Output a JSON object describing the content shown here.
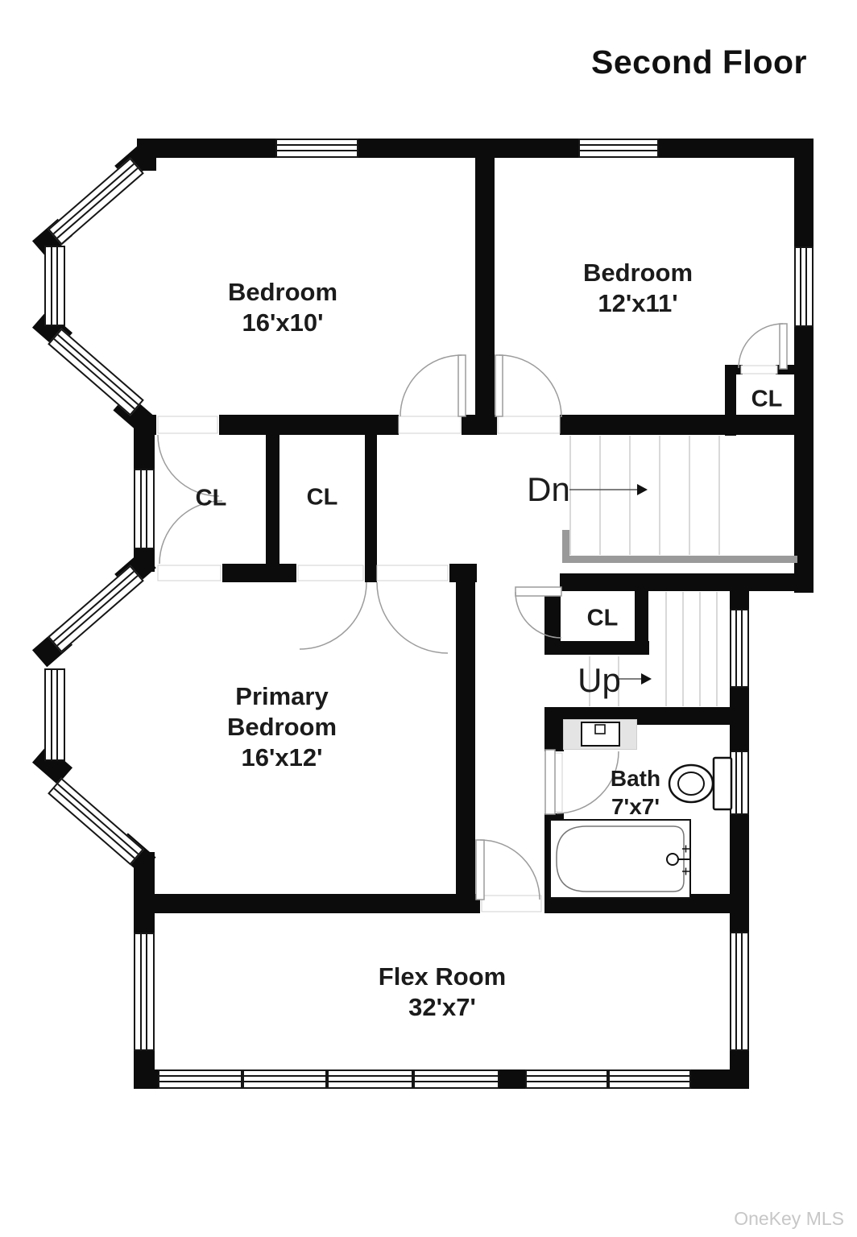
{
  "title": "Second Floor",
  "watermark": "OneKey MLS",
  "rooms": {
    "bedroom1": {
      "name": "Bedroom",
      "dims": "16'x10'"
    },
    "bedroom2": {
      "name": "Bedroom",
      "dims": "12'x11'"
    },
    "primary": {
      "name": "Primary Bedroom",
      "dims": "16'x12'"
    },
    "bath": {
      "name": "Bath",
      "dims": "7'x7'"
    },
    "flex": {
      "name": "Flex Room",
      "dims": "32'x7'"
    }
  },
  "closet_label": "CL",
  "stairs": {
    "down": "Dn",
    "up": "Up"
  },
  "colors": {
    "wall": "#0c0c0c",
    "door_arc": "#9c9c9c",
    "stair_tread": "#c9c9c9",
    "landing_edge": "#9a9a9a",
    "fixture_outline": "#111111",
    "vanity_counter": "#e4e4e4",
    "label_text": "#1b1b1b",
    "watermark_text": "#c7c7c7"
  }
}
